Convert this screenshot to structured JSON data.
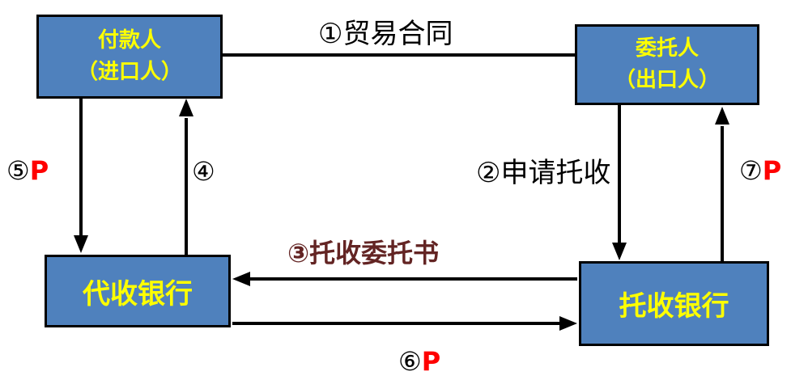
{
  "colors": {
    "background": "#ffffff",
    "node_fill": "#4f81bd",
    "node_border": "#000000",
    "node_text": "#ffff00",
    "label_text": "#000000",
    "collection_order_text": "#632423",
    "p_highlight": "#ff0000",
    "arrow": "#000000"
  },
  "nodes": {
    "payer": {
      "line1": "付款人",
      "line2": "（进口人）"
    },
    "principal": {
      "line1": "委托人",
      "line2": "（出口人）"
    },
    "collecting_bank": {
      "label": "代收银行"
    },
    "remitting_bank": {
      "label": "托收银行"
    }
  },
  "labels": {
    "trade_contract": "①贸易合同",
    "apply_collection": "②申请托收",
    "collection_order": "③托收委托书",
    "step4": "④",
    "step5_num": "⑤",
    "step5_p": "P",
    "step6_num": "⑥",
    "step6_p": "P",
    "step7_num": "⑦",
    "step7_p": "P"
  }
}
